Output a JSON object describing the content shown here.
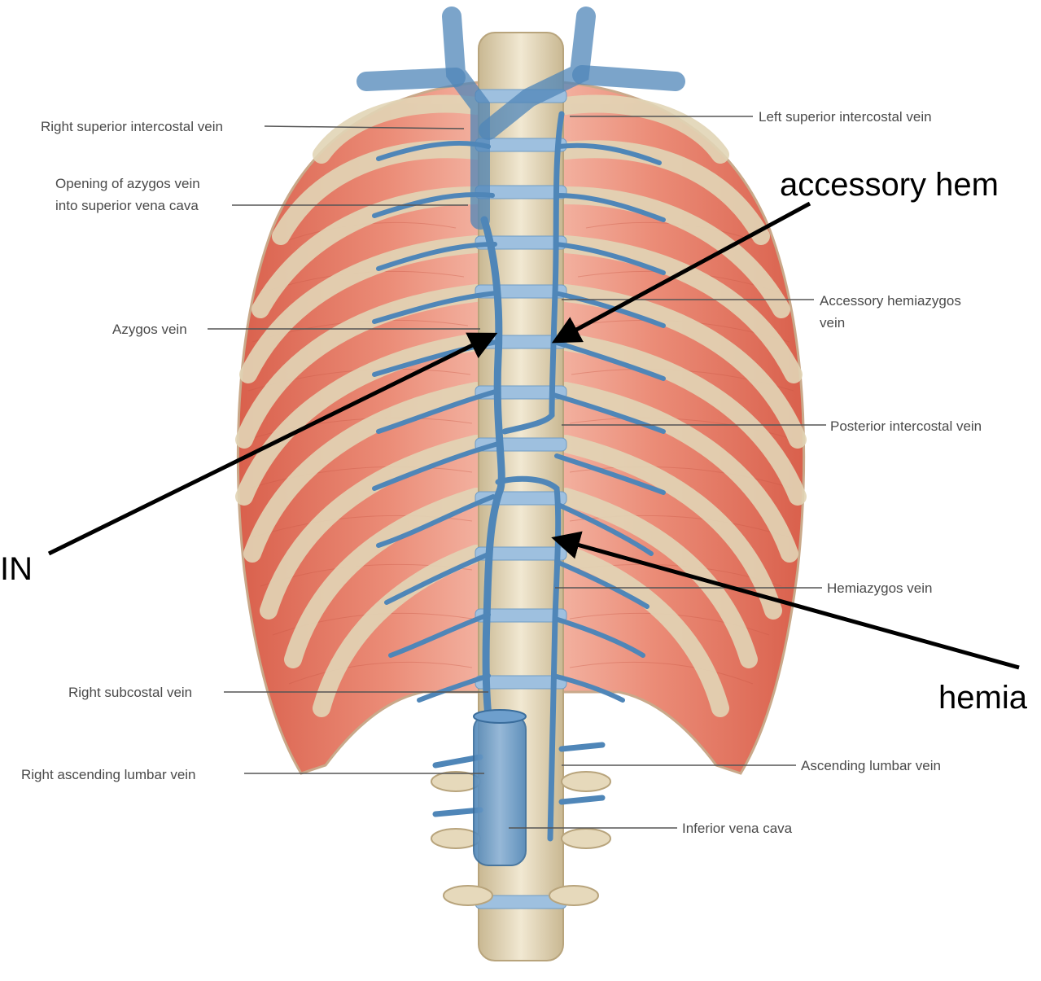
{
  "labels": {
    "right_superior_intercostal": "Right superior intercostal vein",
    "opening_azygos_line1": "Opening of azygos vein",
    "opening_azygos_line2": "into superior vena cava",
    "azygos": "Azygos vein",
    "right_subcostal": "Right subcostal vein",
    "right_ascending_lumbar": "Right ascending lumbar vein",
    "left_superior_intercostal": "Left superior intercostal vein",
    "accessory_hemiazygos_line1": "Accessory hemiazygos",
    "accessory_hemiazygos_line2": "vein",
    "posterior_intercostal": "Posterior intercostal vein",
    "hemiazygos": "Hemiazygos vein",
    "ascending_lumbar": "Ascending lumbar vein",
    "inferior_vena_cava": "Inferior vena cava"
  },
  "overlay_labels": {
    "accessory_hem": "accessory hem",
    "in": "IN",
    "hemia": "hemia"
  },
  "colors": {
    "muscle": "#e8826e",
    "bone": "#ded0b0",
    "vein": "#4f86b8",
    "vein_light": "#8fb6dc",
    "leader": "#555555",
    "arrow": "#000000"
  }
}
